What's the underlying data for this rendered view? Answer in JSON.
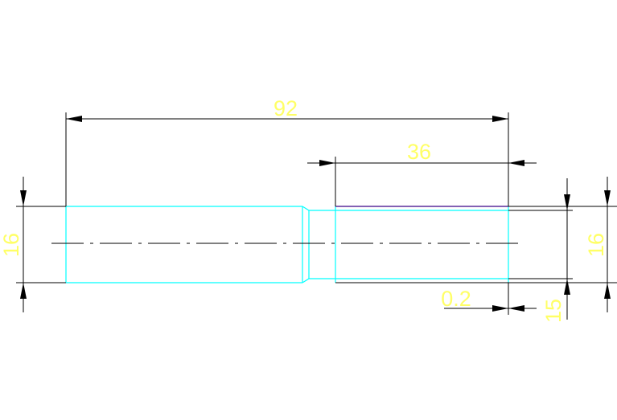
{
  "colors": {
    "background": "#ffffff",
    "part_outline": "#00ffff",
    "extension_line": "#000000",
    "dimension_text": "#ffff66",
    "top_edge": "#5a2d9c"
  },
  "dimensions": {
    "overall_length": "92",
    "thread_length": "36",
    "left_diameter": "16",
    "right_diameter": "16",
    "chamfer_gap": "0.2",
    "small_height": "15"
  }
}
